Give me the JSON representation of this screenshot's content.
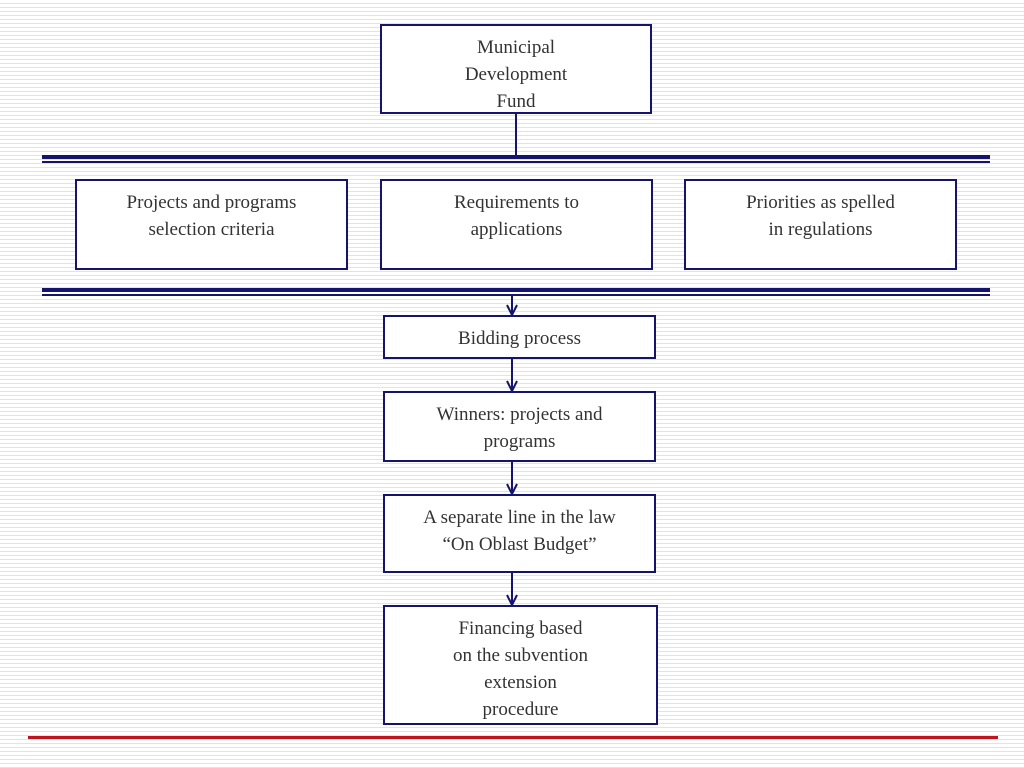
{
  "nodes": {
    "fund": {
      "lines": [
        "Municipal",
        "Development",
        "Fund"
      ]
    },
    "criteria": {
      "lines": [
        "Projects and programs",
        "selection criteria"
      ]
    },
    "requirements": {
      "lines": [
        "Requirements to",
        "applications"
      ]
    },
    "priorities": {
      "lines": [
        "Priorities as spelled",
        "in regulations"
      ]
    },
    "bidding": {
      "lines": [
        "Bidding process"
      ]
    },
    "winners": {
      "lines": [
        "Winners: projects and",
        "programs"
      ]
    },
    "budget_line": {
      "lines": [
        "A separate line in the law",
        "“On Oblast Budget”"
      ]
    },
    "financing": {
      "lines": [
        "Financing based",
        "on the subvention",
        "extension",
        "procedure"
      ]
    }
  },
  "edges": [
    {
      "from": "fund",
      "to": "upper-bus"
    },
    {
      "from": "lower-bus",
      "to": "bidding",
      "arrow": true
    },
    {
      "from": "bidding",
      "to": "winners",
      "arrow": true
    },
    {
      "from": "winners",
      "to": "budget_line",
      "arrow": true
    },
    {
      "from": "budget_line",
      "to": "financing",
      "arrow": true
    }
  ],
  "colors": {
    "box_border": "#14146e",
    "connector": "#14146e",
    "text": "#333333",
    "footer_rule": "#c0141c"
  }
}
